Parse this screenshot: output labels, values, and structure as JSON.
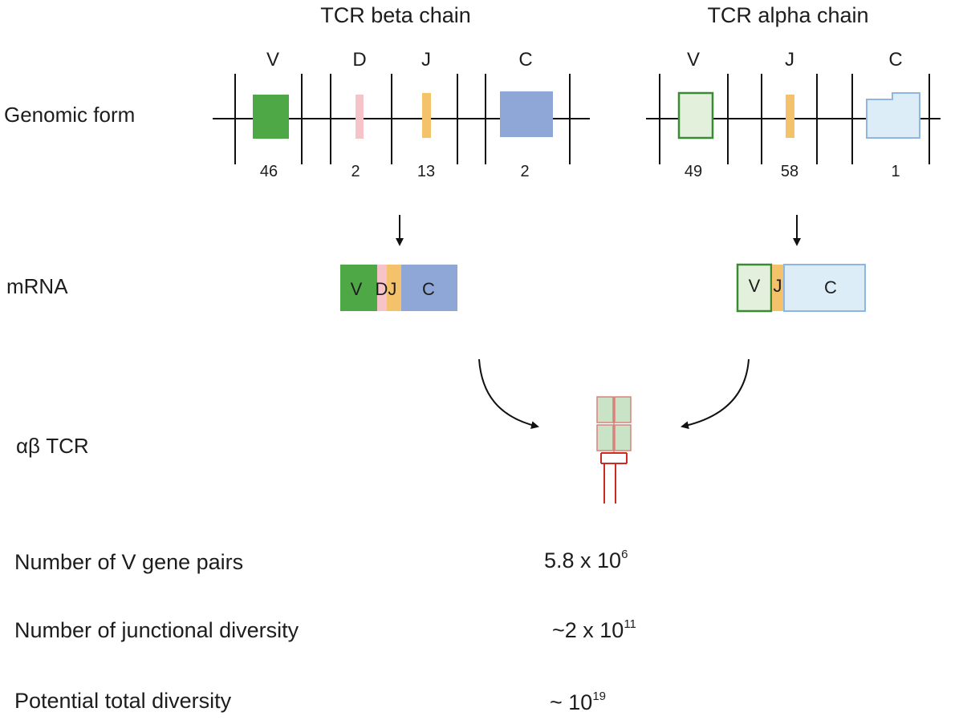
{
  "headers": {
    "beta": "TCR beta chain",
    "alpha": "TCR alpha chain"
  },
  "row_labels": {
    "genomic": "Genomic form",
    "mrna": "mRNA",
    "tcr": "αβ TCR"
  },
  "beta": {
    "segments": [
      {
        "label": "V",
        "count": "46",
        "color": "#4ea846"
      },
      {
        "label": "D",
        "count": "2",
        "color": "#f6c3c8"
      },
      {
        "label": "J",
        "count": "13",
        "color": "#f4c26a"
      },
      {
        "label": "C",
        "count": "2",
        "color": "#8fa7d6"
      }
    ],
    "mrna": {
      "v": "V",
      "dj": "DJ",
      "c": "C"
    }
  },
  "alpha": {
    "segments": [
      {
        "label": "V",
        "count": "49",
        "color": "#e2f0dc"
      },
      {
        "label": "J",
        "count": "58",
        "color": "#f4c26a"
      },
      {
        "label": "C",
        "count": "1",
        "color": "#dcedf7"
      }
    ],
    "mrna": {
      "v": "V",
      "j": "J",
      "c": "C"
    }
  },
  "metrics": [
    {
      "label": "Number of V gene pairs",
      "base": "5.8 x 10",
      "exp": "6"
    },
    {
      "label": "Number of junctional diversity",
      "base": "~2 x 10",
      "exp": "11"
    },
    {
      "label": "Potential total diversity",
      "base": "~ 10",
      "exp": "19"
    }
  ]
}
